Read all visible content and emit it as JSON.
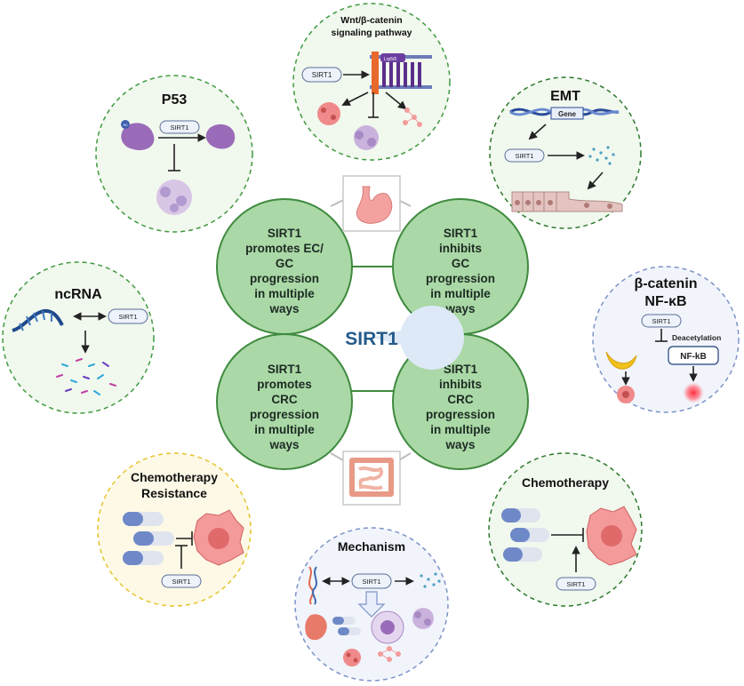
{
  "center": {
    "label": "SIRT1"
  },
  "quadrants": [
    {
      "lines": [
        "SIRT1",
        "promotes EC/",
        "GC",
        "progression",
        "in multiple",
        "ways"
      ]
    },
    {
      "lines": [
        "SIRT1",
        "inhibits",
        "GC",
        "progression",
        "in multiple",
        "ways"
      ]
    },
    {
      "lines": [
        "SIRT1",
        "promotes",
        "CRC",
        "progression",
        "in multiple",
        "ways"
      ]
    },
    {
      "lines": [
        "SIRT1",
        "inhibits",
        "CRC",
        "progression",
        "in multiple",
        "ways"
      ]
    }
  ],
  "satellites": {
    "wnt": {
      "title_lines": [
        "Wnt/β-catenin",
        "signaling pathway"
      ],
      "sirt1": "SIRT1",
      "receptor": "Lrp5/6"
    },
    "p53": {
      "title": "P53",
      "sirt1": "SIRT1",
      "tag": "Ac"
    },
    "emt": {
      "title": "EMT",
      "gene": "Gene",
      "sirt1": "SIRT1"
    },
    "ncrna": {
      "title": "ncRNA",
      "sirt1": "SIRT1"
    },
    "bcat": {
      "title_lines": [
        "β-catenin",
        "NF-κB"
      ],
      "sirt1": "SIRT1",
      "deacetylation": "Deacetylation",
      "nfkb": "NF-kB"
    },
    "chemo_res": {
      "title_lines": [
        "Chemotherapy",
        "Resistance"
      ],
      "sirt1": "SIRT1"
    },
    "mechanism": {
      "title": "Mechanism",
      "sirt1": "SIRT1"
    },
    "chemo": {
      "title": "Chemotherapy",
      "sirt1": "SIRT1"
    }
  },
  "colors": {
    "quadrant_fill": "#aad8a6",
    "quadrant_stroke": "#3f8a3f",
    "green_dash": "#3f9a3f",
    "blue_dash": "#7d93c8",
    "yellow_dash": "#e6c42e",
    "sirt1_text": "#245a8a"
  }
}
